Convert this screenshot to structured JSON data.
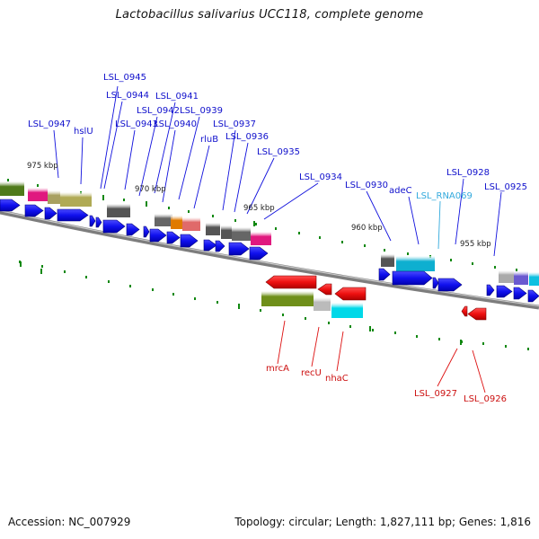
{
  "title": "Lactobacillus salivarius UCC118, complete genome",
  "footer": {
    "accession": "Accession: NC_007929",
    "topology": "Topology: circular; Length: 1,827,111 bp; Genes: 1,816"
  },
  "colors": {
    "forward_gene": "#1010ee",
    "reverse_gene": "#ee1010",
    "rna_label": "#33aadd",
    "tick": "#118811",
    "backbone": "#808080"
  },
  "scale_labels": [
    "975 kbp",
    "970 kbp",
    "965 kbp",
    "960 kbp",
    "955 kbp"
  ],
  "forward_labels": [
    "LSL_0945",
    "LSL_0944",
    "LSL_0941",
    "LSL_0942",
    "LSL_0939",
    "LSL_0947",
    "LSL_0943",
    "LSL_0940",
    "LSL_0937",
    "hslU",
    "rluB",
    "LSL_0936",
    "LSL_0935",
    "LSL_0934",
    "LSL_0930",
    "LSL_0928",
    "adeC",
    "LSL_RNA069",
    "LSL_0925"
  ],
  "reverse_labels": [
    "mrcA",
    "recU",
    "nhaC",
    "LSL_0927",
    "LSL_0926"
  ]
}
